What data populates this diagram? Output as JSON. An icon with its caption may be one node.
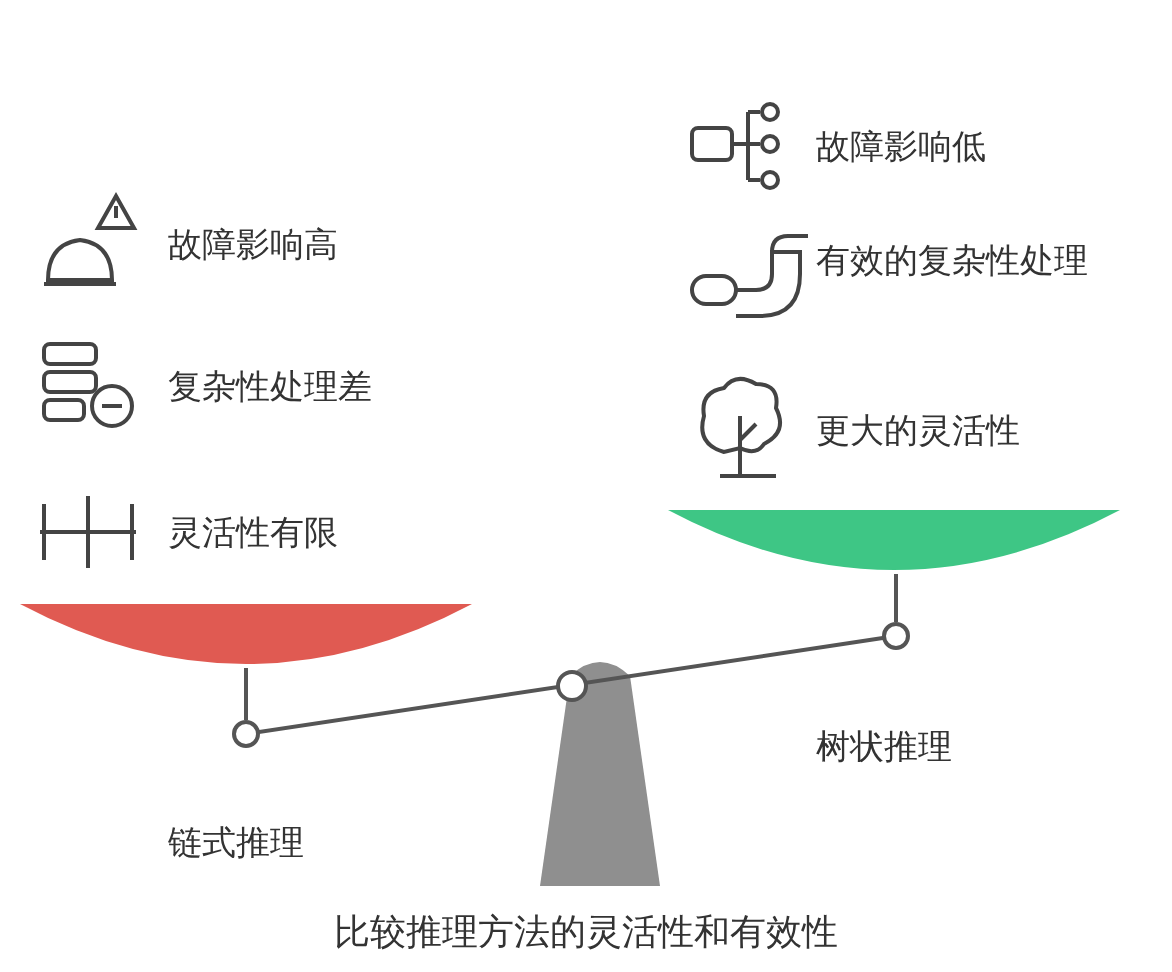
{
  "diagram": {
    "caption": "比较推理方法的灵活性和有效性",
    "labels": [
      "故障影响高",
      "复杂性处理差",
      "灵活性有限",
      "链式推理",
      "故障影响低",
      "有效的复杂性处理",
      "更大的灵活性",
      "树状推理"
    ]
  }
}
